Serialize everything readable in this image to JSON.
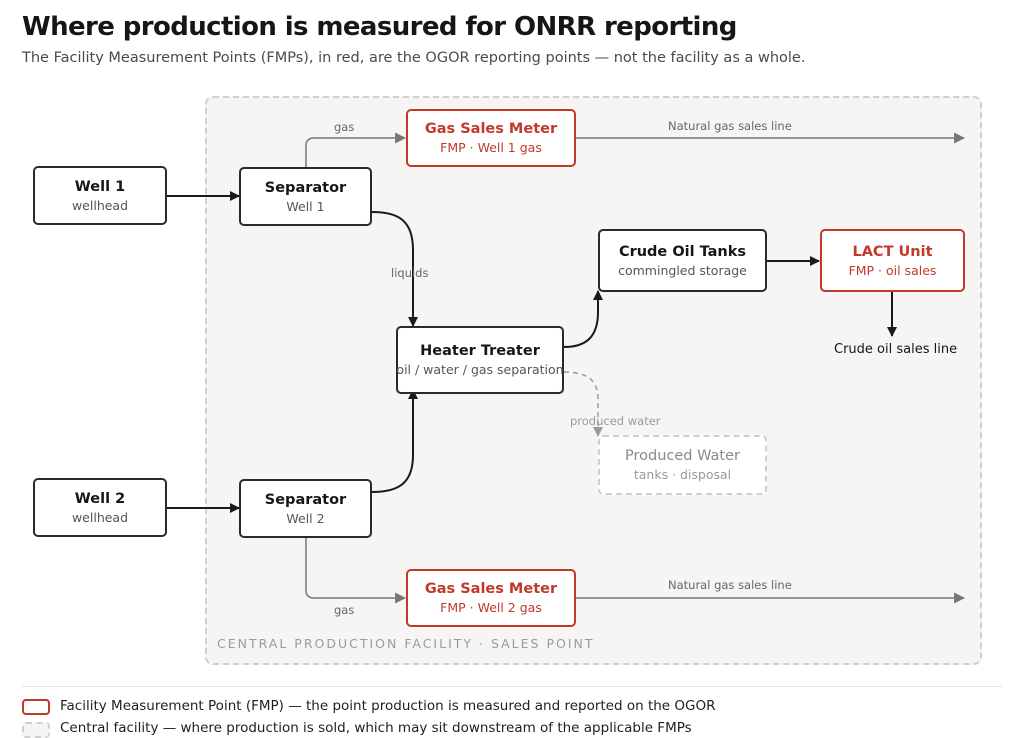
{
  "header": {
    "title": "Where production is measured for ONRR reporting",
    "subtitle": "The Facility Measurement Points (FMPs), in red, are the OGOR reporting points — not the facility as a whole."
  },
  "facility": {
    "label": "CENTRAL PRODUCTION FACILITY · SALES POINT"
  },
  "nodes": {
    "well1": {
      "title": "Well 1",
      "sub": "wellhead"
    },
    "well2": {
      "title": "Well 2",
      "sub": "wellhead"
    },
    "sep1": {
      "title": "Separator",
      "sub": "Well 1"
    },
    "sep2": {
      "title": "Separator",
      "sub": "Well 2"
    },
    "heater": {
      "title": "Heater Treater",
      "sub": "oil / water / gas separation"
    },
    "tanks": {
      "title": "Crude Oil Tanks",
      "sub": "commingled storage"
    },
    "lact": {
      "title": "LACT Unit",
      "sub": "FMP · oil sales"
    },
    "gas1": {
      "title": "Gas Sales Meter",
      "sub": "FMP · Well 1 gas"
    },
    "gas2": {
      "title": "Gas Sales Meter",
      "sub": "FMP · Well 2 gas"
    },
    "water": {
      "title": "Produced Water",
      "sub": "tanks · disposal"
    }
  },
  "edges": {
    "gas_top": "gas",
    "gas_bottom": "gas",
    "liquids": "liquids",
    "produced_water": "produced water",
    "sales_line_top": "Natural gas sales line",
    "sales_line_bottom": "Natural gas sales line",
    "crude_sales": "Crude oil sales line"
  },
  "legend": {
    "fmp": "Facility Measurement Point (FMP) — the point production is measured and reported on the OGOR",
    "facility": "Central facility — where production is sold, which may sit downstream of the applicable FMPs"
  },
  "colors": {
    "fmp": "#c0392b",
    "flow": "#1a1a1a",
    "gas_flow": "#777777",
    "muted": "#b5b5b5",
    "facility_bg": "#f6f5f3"
  }
}
